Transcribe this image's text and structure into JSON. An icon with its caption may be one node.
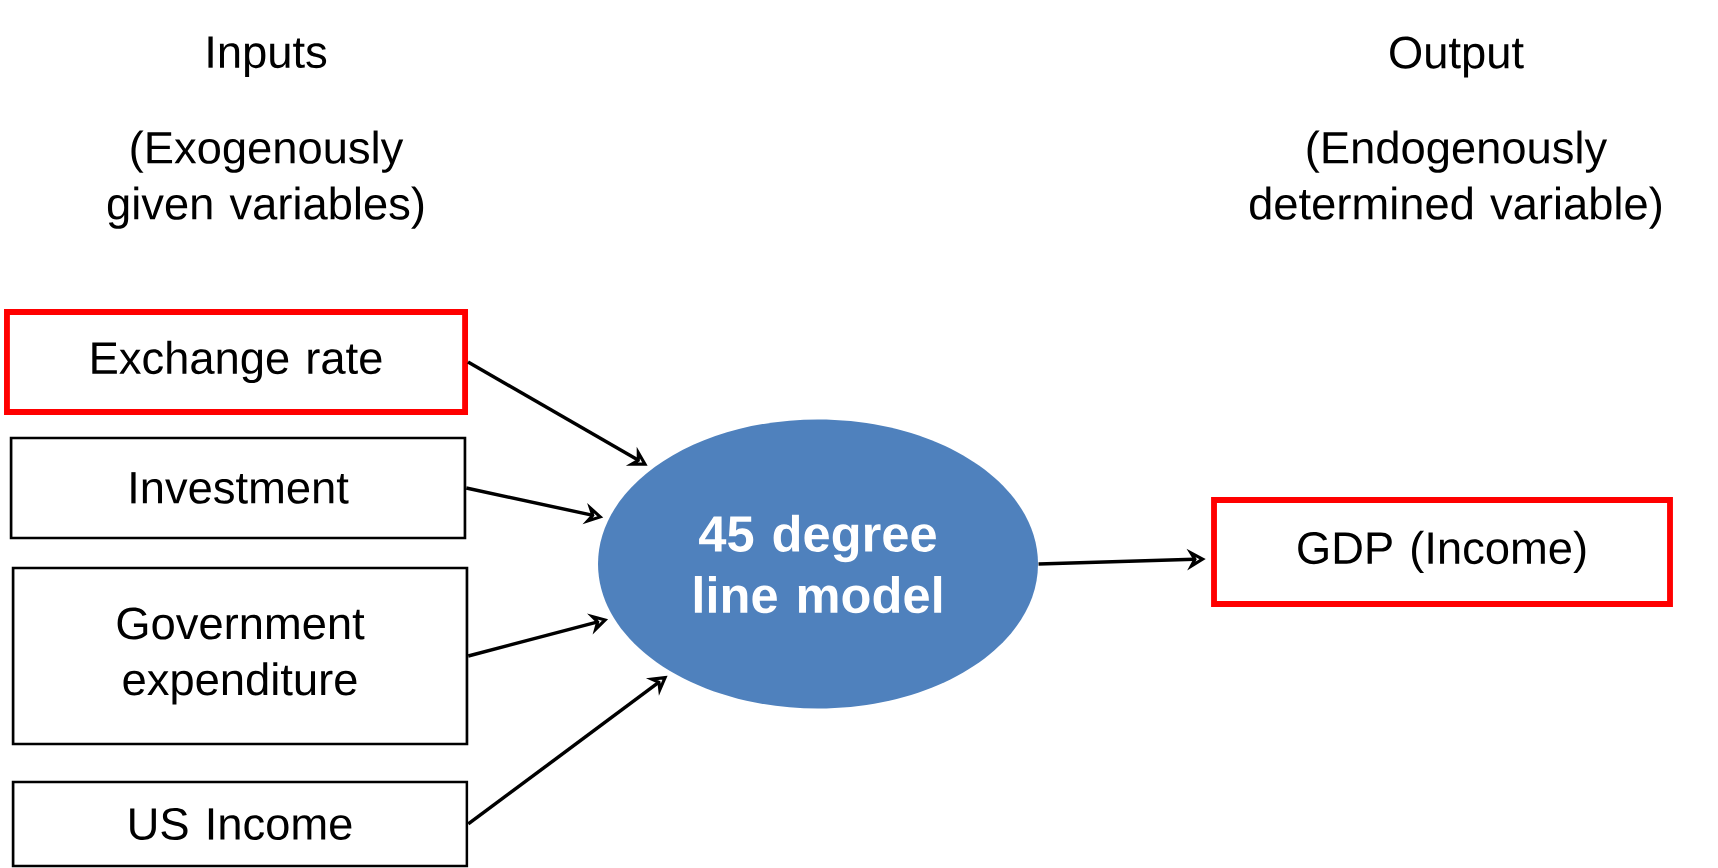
{
  "diagram": {
    "nodes": [
      {
        "text": [
          "Exchange rate"
        ]
      },
      {
        "text": [
          "Investment"
        ]
      },
      {
        "text": [
          "Government expenditure"
        ]
      },
      {
        "text": [
          "US Income"
        ]
      },
      {
        "text": [
          "45 degree line model"
        ]
      },
      {
        "text": [
          "GDP (Income)"
        ]
      }
    ],
    "edges": [
      {
        "from": 0,
        "to": 4,
        "arrow": "to"
      },
      {
        "from": 1,
        "to": 4,
        "arrow": "to"
      },
      {
        "from": 2,
        "to": 4,
        "arrow": "to"
      },
      {
        "from": 3,
        "to": 4,
        "arrow": "to"
      },
      {
        "from": 4,
        "to": 5,
        "arrow": "to"
      }
    ],
    "labels": [
      "Inputs",
      "(Exogenously given variables)",
      "Output",
      "(Endogenously determined variable)"
    ]
  }
}
